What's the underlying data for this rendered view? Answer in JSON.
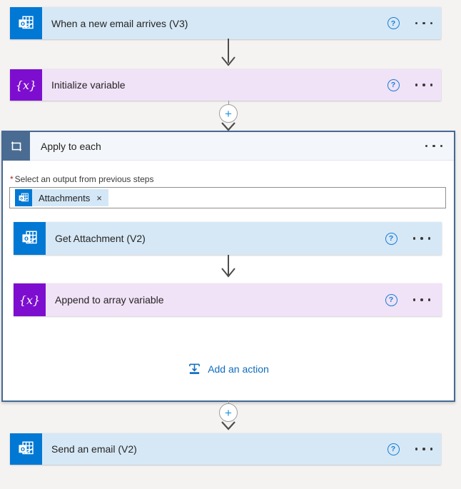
{
  "trigger_card": {
    "title": "When a new email arrives (V3)"
  },
  "init_variable_card": {
    "title": "Initialize variable",
    "icon_text": "{x}"
  },
  "apply_to_each": {
    "title": "Apply to each",
    "required_mark": "*",
    "select_label": "Select an output from previous steps",
    "token_label": "Attachments",
    "token_remove": "×",
    "add_action_label": "Add an action"
  },
  "get_attachment_card": {
    "title": "Get Attachment (V2)"
  },
  "append_variable_card": {
    "title": "Append to array variable",
    "icon_text": "{x}"
  },
  "send_email_card": {
    "title": "Send an email (V2)"
  },
  "icons": {
    "help": "?",
    "plus": "+"
  },
  "colors": {
    "accent_blue": "#0078d4",
    "card_blue": "#d6e8f6",
    "card_lavender": "#f0e2f7",
    "variable_purple": "#7e0ecf",
    "scope_border": "#456a94",
    "scope_icon_bg": "#4a6c92",
    "arrow_gray": "#4e4c4a",
    "required_red": "#a4262c"
  }
}
